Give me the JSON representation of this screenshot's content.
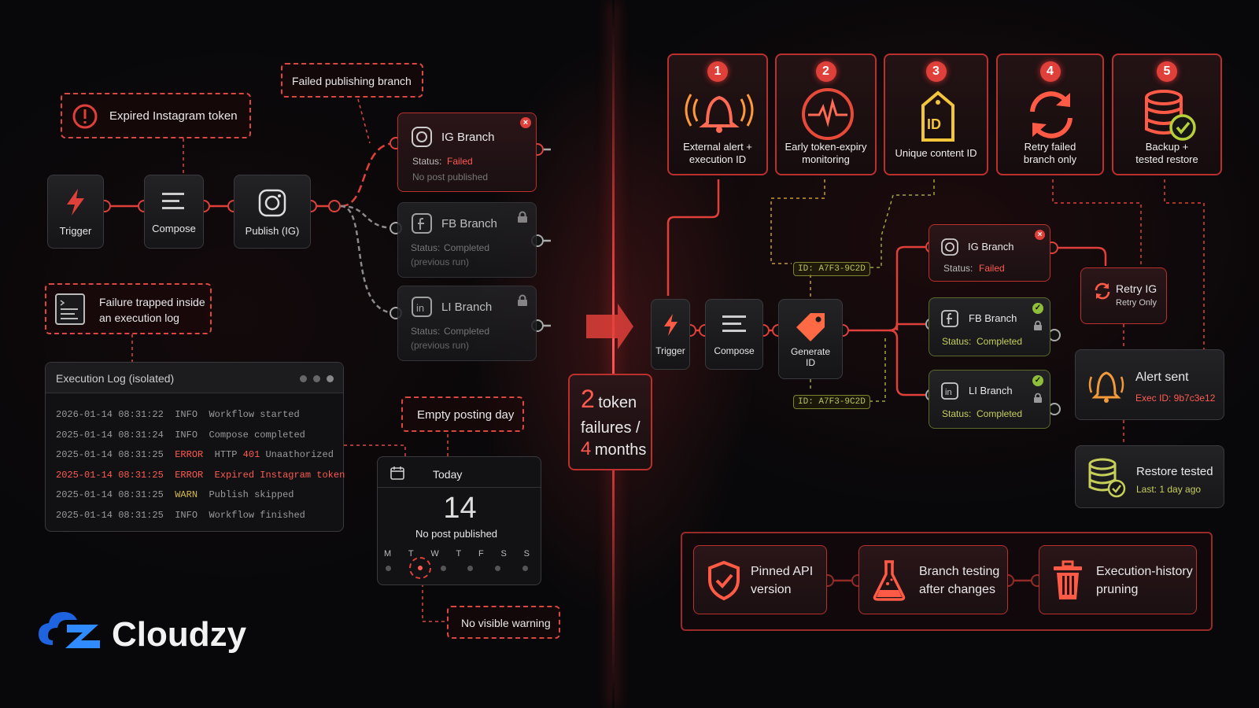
{
  "left": {
    "callouts": {
      "expired_token": "Expired Instagram token",
      "failed_branch": "Failed publishing branch",
      "failure_trapped_line1": "Failure trapped inside",
      "failure_trapped_line2": "an execution log",
      "empty_day": "Empty posting day",
      "no_warning": "No visible warning"
    },
    "workflow": {
      "trigger": "Trigger",
      "compose": "Compose",
      "publish": "Publish (IG)"
    },
    "branches": [
      {
        "name": "IG Branch",
        "status_label": "Status:",
        "status_value": "Failed",
        "note": "No post published"
      },
      {
        "name": "FB Branch",
        "status_label": "Status:",
        "status_value": "Completed",
        "note": "(previous run)"
      },
      {
        "name": "LI Branch",
        "status_label": "Status:",
        "status_value": "Completed",
        "note": "(previous run)"
      }
    ],
    "log": {
      "title": "Execution Log (isolated)",
      "rows": [
        {
          "date": "2026-01-14",
          "time": "08:31:22",
          "level": "INFO",
          "msg": "Workflow started"
        },
        {
          "date": "2025-01-14",
          "time": "08:31:24",
          "level": "INFO",
          "msg": "Compose completed"
        },
        {
          "date": "2025-01-14",
          "time": "08:31:25",
          "level": "ERROR",
          "msg_pre": "HTTP ",
          "code": "401",
          "msg": " Unaathorized"
        },
        {
          "date": "2025-01-14",
          "time": "08:31:25",
          "level": "ERROR",
          "msg": "Expired Instagram token"
        },
        {
          "date": "2025-01-14",
          "time": "08:31:25",
          "level": "WARN",
          "msg": "Publish skipped"
        },
        {
          "date": "2025-01-14",
          "time": "08:31:25",
          "level": "INFO",
          "msg": "Workflow finished"
        }
      ]
    },
    "calendar": {
      "label": "Today",
      "day": "14",
      "note": "No post published",
      "weekdays": [
        "M",
        "T",
        "W",
        "T",
        "F",
        "S",
        "S"
      ]
    }
  },
  "center": {
    "n1": "2",
    "w1": "token",
    "w2": "failures /",
    "n2": "4",
    "w3": "months"
  },
  "right": {
    "fixes": [
      {
        "num": "1",
        "line1": "External alert +",
        "line2": "execution ID",
        "icon": "bell-icon"
      },
      {
        "num": "2",
        "line1": "Early token-expiry",
        "line2": "monitoring",
        "icon": "pulse-icon"
      },
      {
        "num": "3",
        "line1": "Unique content ID",
        "line2": "",
        "icon": "id-tag-icon"
      },
      {
        "num": "4",
        "line1": "Retry failed",
        "line2": "branch only",
        "icon": "retry-icon"
      },
      {
        "num": "5",
        "line1": "Backup +",
        "line2": "tested restore",
        "icon": "database-check-icon"
      }
    ],
    "workflow": {
      "trigger": "Trigger",
      "compose": "Compose",
      "generate_line1": "Generate",
      "generate_line2": "ID",
      "id_tag": "ID: A7F3-9C2D"
    },
    "branches": [
      {
        "name": "IG Branch",
        "status_label": "Status:",
        "status_value": "Failed"
      },
      {
        "name": "FB Branch",
        "status_label": "Status:",
        "status_value": "Completed"
      },
      {
        "name": "LI Branch",
        "status_label": "Status:",
        "status_value": "Completed"
      }
    ],
    "retry": {
      "title": "Retry IG",
      "sub": "Retry Only"
    },
    "alert": {
      "title": "Alert sent",
      "sub": "Exec ID: 9b7c3e12"
    },
    "restore": {
      "title": "Restore tested",
      "sub": "Last: 1 day ago"
    },
    "practices": [
      {
        "line1": "Pinned API",
        "line2": "version",
        "icon": "shield-check-icon"
      },
      {
        "line1": "Branch testing",
        "line2": "after changes",
        "icon": "flask-icon"
      },
      {
        "line1": "Execution-history",
        "line2": "pruning",
        "icon": "trash-icon"
      }
    ]
  },
  "brand": {
    "name": "Cloudzy"
  },
  "colors": {
    "accent": "#e0403a",
    "failed": "#ff5a50",
    "completed": "#c6cf5a",
    "background": "#08080a"
  }
}
